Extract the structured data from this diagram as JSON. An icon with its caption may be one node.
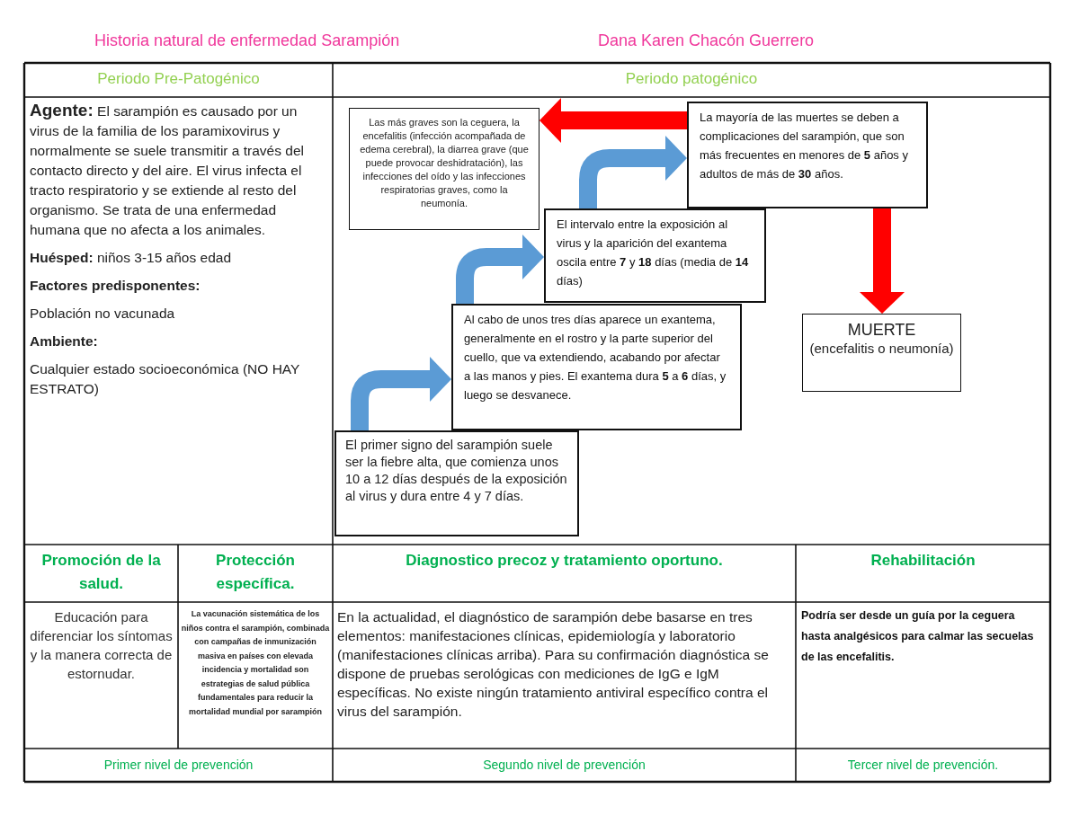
{
  "diagram": {
    "title": "Historia natural de enfermedad Sarampión",
    "nodes": [
      {
        "text": [
          "Las más graves son la ceguera, la encefalitis (infección acompañada de edema cerebral), la diarrea grave (que puede provocar deshidratación), las infecciones del oído y las infecciones respiratorias graves, como la neumonía."
        ]
      },
      {
        "text": [
          "La mayoría de las muertes se deben a complicaciones del sarampión, que son más frecuentes en menores de **5** años y adultos de más de **30** años."
        ]
      },
      {
        "text": [
          "El intervalo entre la exposición al virus y la aparición del exantema oscila entre **7** y **18** días (media de **14** días)"
        ]
      },
      {
        "text": [
          "Al cabo de unos tres días aparece un exantema, generalmente en el rostro y la parte superior del cuello, que va extendiendo, acabando por afectar a las manos y pies. El exantema dura **5** a **6** días, y luego se desvanece."
        ]
      },
      {
        "text": [
          "MUERTE",
          "(encefalitis o neumonía)"
        ]
      },
      {
        "text": [
          "El primer signo del sarampión suele ser la fiebre alta, que comienza unos 10 a 12 días después de la exposición al virus y dura entre 4 y 7 días."
        ]
      }
    ],
    "edges": [
      {
        "from": 5,
        "to": 3,
        "arrow": "to"
      },
      {
        "from": 3,
        "to": 2,
        "arrow": "to"
      },
      {
        "from": 2,
        "to": 1,
        "arrow": "to"
      },
      {
        "from": 1,
        "to": 0,
        "arrow": "to",
        "color": "#ff0000"
      },
      {
        "from": 1,
        "to": 4,
        "arrow": "to",
        "color": "#ff0000"
      }
    ],
    "labels": [
      "Dana Karen Chacón Guerrero",
      "Periodo Pre-Patogénico",
      "Periodo patogénico",
      "**Agente:** El sarampión es causado por un virus de la familia de los paramixovirus y normalmente se suele transmitir a través del contacto directo y del aire. El virus infecta el tracto respiratorio y se extiende al resto del organismo. Se trata de una enfermedad humana que no afecta a los animales.",
      "**Huésped:** niños 3-15 años edad",
      "Factores predisponentes:",
      "Población no vacunada",
      "Ambiente:",
      "Cualquier estado socioeconómica (NO HAY ESTRATO)",
      "Promoción de la salud.",
      "Protección específica.",
      "Diagnostico precoz y tratamiento oportuno.",
      "Rehabilitación",
      "Educación para diferenciar los síntomas y la manera correcta de estornudar.",
      "La vacunación sistemática de los niños contra el sarampión, combinada con campañas de inmunización masiva en países con elevada incidencia y mortalidad son estrategias de salud pública fundamentales para reducir la mortalidad mundial por sarampión",
      "En la actualidad, el diagnóstico de sarampión debe basarse en tres elementos: manifestaciones clínicas, epidemiología y laboratorio (manifestaciones clínicas arriba). Para su confirmación diagnóstica se dispone de pruebas serológicas con mediciones de IgG e IgM específicas. No existe ningún tratamiento antiviral específico contra el virus del sarampión.",
      "Podría ser desde un guía por la ceguera hasta analgésicos para calmar las secuelas de las encefalitis.",
      "Primer nivel de prevención",
      "Segundo nivel de prevención",
      "Tercer nivel de prevención."
    ]
  }
}
